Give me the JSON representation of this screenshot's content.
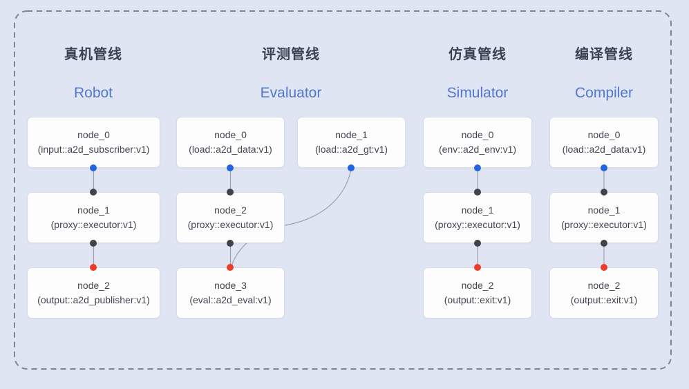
{
  "colors": {
    "bg": "#e0e5f4",
    "dash_color": "#7d8494",
    "line_color": "#99a1b1",
    "title_cn": "#3b4150",
    "title_en": "#5377cc",
    "box_bg": "#fdfdfe",
    "box_border": "#d8dce6",
    "node_text": "#42464e",
    "dot_blue": "#2166e0",
    "dot_black": "#404449",
    "dot_red": "#ee3c2b"
  },
  "pipelines": [
    {
      "title_cn": "真机管线",
      "title_en": "Robot",
      "nodes": [
        {
          "name": "node_0",
          "type": "(input::a2d_subscriber:v1)"
        },
        {
          "name": "node_1",
          "type": "(proxy::executor:v1)"
        },
        {
          "name": "node_2",
          "type": "(output::a2d_publisher:v1)"
        }
      ]
    },
    {
      "title_cn": "评测管线",
      "title_en": "Evaluator",
      "nodes": [
        {
          "name": "node_0",
          "type": "(load::a2d_data:v1)"
        },
        {
          "name": "node_1",
          "type": "(load::a2d_gt:v1)"
        },
        {
          "name": "node_2",
          "type": "(proxy::executor:v1)"
        },
        {
          "name": "node_3",
          "type": "(eval::a2d_eval:v1)"
        }
      ]
    },
    {
      "title_cn": "仿真管线",
      "title_en": "Simulator",
      "nodes": [
        {
          "name": "node_0",
          "type": "(env::a2d_env:v1)"
        },
        {
          "name": "node_1",
          "type": "(proxy::executor:v1)"
        },
        {
          "name": "node_2",
          "type": "(output::exit:v1)"
        }
      ]
    },
    {
      "title_cn": "编译管线",
      "title_en": "Compiler",
      "nodes": [
        {
          "name": "node_0",
          "type": "(load::a2d_data:v1)"
        },
        {
          "name": "node_1",
          "type": "(proxy::executor:v1)"
        },
        {
          "name": "node_2",
          "type": "(output::exit:v1)"
        }
      ]
    }
  ]
}
